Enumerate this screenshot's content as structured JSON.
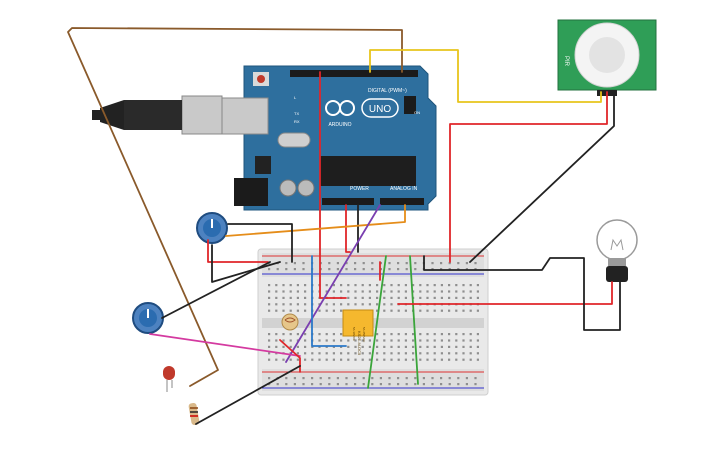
{
  "arduino": {
    "brand": "ARDUINO",
    "model": "UNO",
    "digital_header": "DIGITAL (PWM~)",
    "power_header": "POWER",
    "analog_header": "ANALOG IN",
    "on_label": "ON",
    "tx_label": "TX",
    "rx_label": "RX",
    "l_label": "L"
  },
  "relay": {
    "model": "KS2E-M-DC5",
    "rating1": "5A 250VAC",
    "rating2": "5A 30VDC"
  },
  "pir_sensor": {
    "side_label": "PIR"
  },
  "colors": {
    "board": "#2e6f9e",
    "wire_red": "#e0262a",
    "wire_black": "#222222",
    "wire_yellow": "#e8c51c",
    "wire_orange": "#e58d1a",
    "wire_brown": "#8a5a2b",
    "wire_green": "#3aa53a",
    "wire_blue": "#2a78c8",
    "wire_purple": "#7a3fb0",
    "wire_magenta": "#d43aa0",
    "relay": "#f5b82e",
    "pot": "#2b6cb0"
  }
}
